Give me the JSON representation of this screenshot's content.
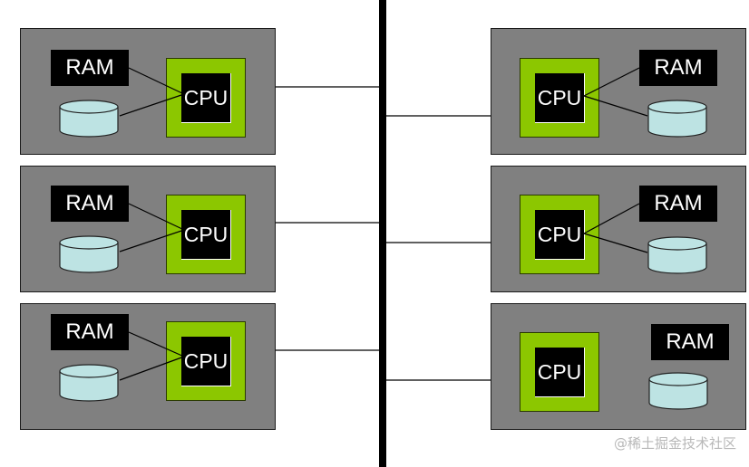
{
  "colors": {
    "node_background": "#808080",
    "cpu_outer": "#8cc700",
    "cpu_inner": "#000000",
    "ram_box": "#000000",
    "disk_fill": "#bde3e3",
    "bus_line": "#000000"
  },
  "nodes": {
    "left": [
      {
        "ram_label": "RAM",
        "cpu_label": "CPU"
      },
      {
        "ram_label": "RAM",
        "cpu_label": "CPU"
      },
      {
        "ram_label": "RAM",
        "cpu_label": "CPU"
      }
    ],
    "right": [
      {
        "ram_label": "RAM",
        "cpu_label": "CPU"
      },
      {
        "ram_label": "RAM",
        "cpu_label": "CPU"
      },
      {
        "ram_label": "RAM",
        "cpu_label": "CPU"
      }
    ]
  },
  "icons": {
    "disk": "disk-icon"
  },
  "watermark": "@稀土掘金技术社区"
}
